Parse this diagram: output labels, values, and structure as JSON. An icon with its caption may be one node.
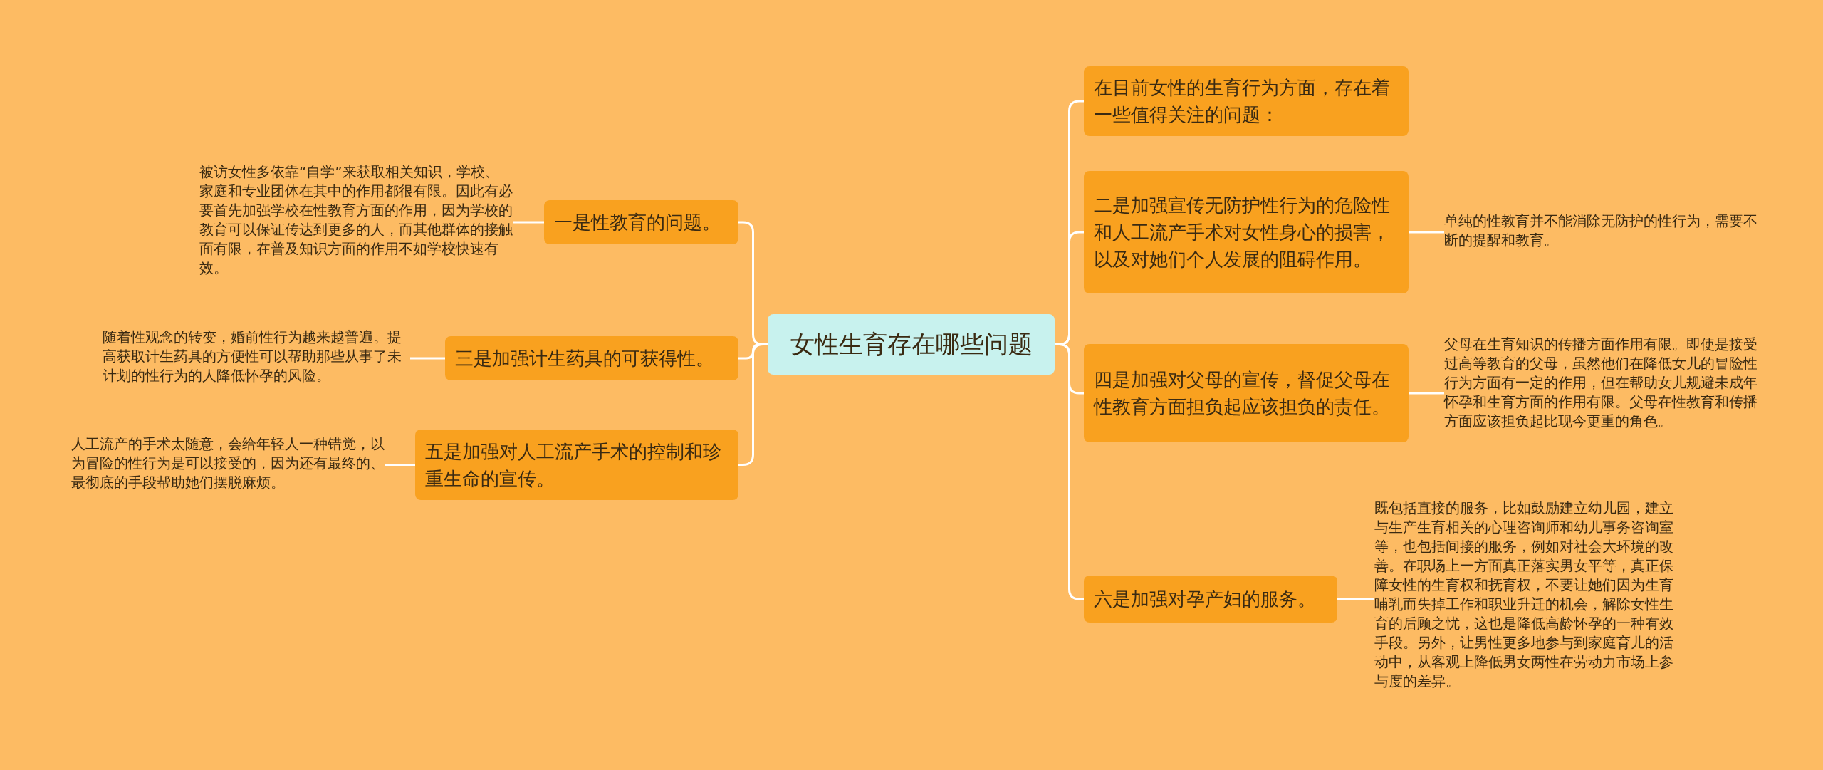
{
  "diagram": {
    "nodes": [
      {
        "text": [
          "女性生育存在哪些问题"
        ]
      },
      {
        "text": [
          "一是性教育的问题。"
        ]
      },
      {
        "text": [
          "被访女性多依靠“自学”来获取相关知识，学校、家庭和专业团体在其中的作用都很有限。因此有必要首先加强学校在性教育方面的作用，因为学校的教育可以保证传达到更多的人，而其他群体的接触面有限，在普及知识方面的作用不如学校快速有效。"
        ]
      },
      {
        "text": [
          "三是加强计生药具的可获得性。"
        ]
      },
      {
        "text": [
          "随着性观念的转变，婚前性行为越来越普遍。提高获取计生药具的方便性可以帮助那些从事了未计划的性行为的人降低怀孕的风险。"
        ]
      },
      {
        "text": [
          "五是加强对人工流产手术的控制和珍重生命的宣传。"
        ]
      },
      {
        "text": [
          "人工流产的手术太随意，会给年轻人一种错觉，以为冒险的性行为是可以接受的，因为还有最终的、最彻底的手段帮助她们摆脱麻烦。"
        ]
      },
      {
        "text": [
          "在目前女性的生育行为方面，存在着一些值得关注的问题："
        ]
      },
      {
        "text": [
          "二是加强宣传无防护性行为的危险性和人工流产手术对女性身心的损害，以及对她们个人发展的阻碍作用。"
        ]
      },
      {
        "text": [
          "单纯的性教育并不能消除无防护的性行为，需要不断的提醒和教育。"
        ]
      },
      {
        "text": [
          "四是加强对父母的宣传，督促父母在性教育方面担负起应该担负的责任。"
        ]
      },
      {
        "text": [
          "父母在生育知识的传播方面作用有限。即使是接受过高等教育的父母，虽然他们在降低女儿的冒险性行为方面有一定的作用，但在帮助女儿规避未成年怀孕和生育方面的作用有限。父母在性教育和传播方面应该担负起比现今更重的角色。"
        ]
      },
      {
        "text": [
          "六是加强对孕产妇的服务。"
        ]
      },
      {
        "text": [
          "既包括直接的服务，比如鼓励建立幼儿园，建立与生产生育相关的心理咨询师和幼儿事务咨询室等，也包括间接的服务，例如对社会大环境的改善。在职场上一方面真正落实男女平等，真正保障女性的生育权和抚育权，不要让她们因为生育哺乳而失掉工作和职业升迁的机会，解除女性生育的后顾之忧，这也是降低高龄怀孕的一种有效手段。另外，让男性更多地参与到家庭育儿的活动中，从客观上降低男女两性在劳动力市场上参与度的差异。"
        ]
      }
    ],
    "edges": [
      {
        "from": 0,
        "to": 1,
        "arrow": "none"
      },
      {
        "from": 1,
        "to": 2,
        "arrow": "none"
      },
      {
        "from": 0,
        "to": 3,
        "arrow": "none"
      },
      {
        "from": 3,
        "to": 4,
        "arrow": "none"
      },
      {
        "from": 0,
        "to": 5,
        "arrow": "none"
      },
      {
        "from": 5,
        "to": 6,
        "arrow": "none"
      },
      {
        "from": 0,
        "to": 7,
        "arrow": "none"
      },
      {
        "from": 0,
        "to": 8,
        "arrow": "none"
      },
      {
        "from": 8,
        "to": 9,
        "arrow": "none"
      },
      {
        "from": 0,
        "to": 10,
        "arrow": "none"
      },
      {
        "from": 10,
        "to": 11,
        "arrow": "none"
      },
      {
        "from": 0,
        "to": 12,
        "arrow": "none"
      },
      {
        "from": 12,
        "to": 13,
        "arrow": "none"
      }
    ]
  }
}
